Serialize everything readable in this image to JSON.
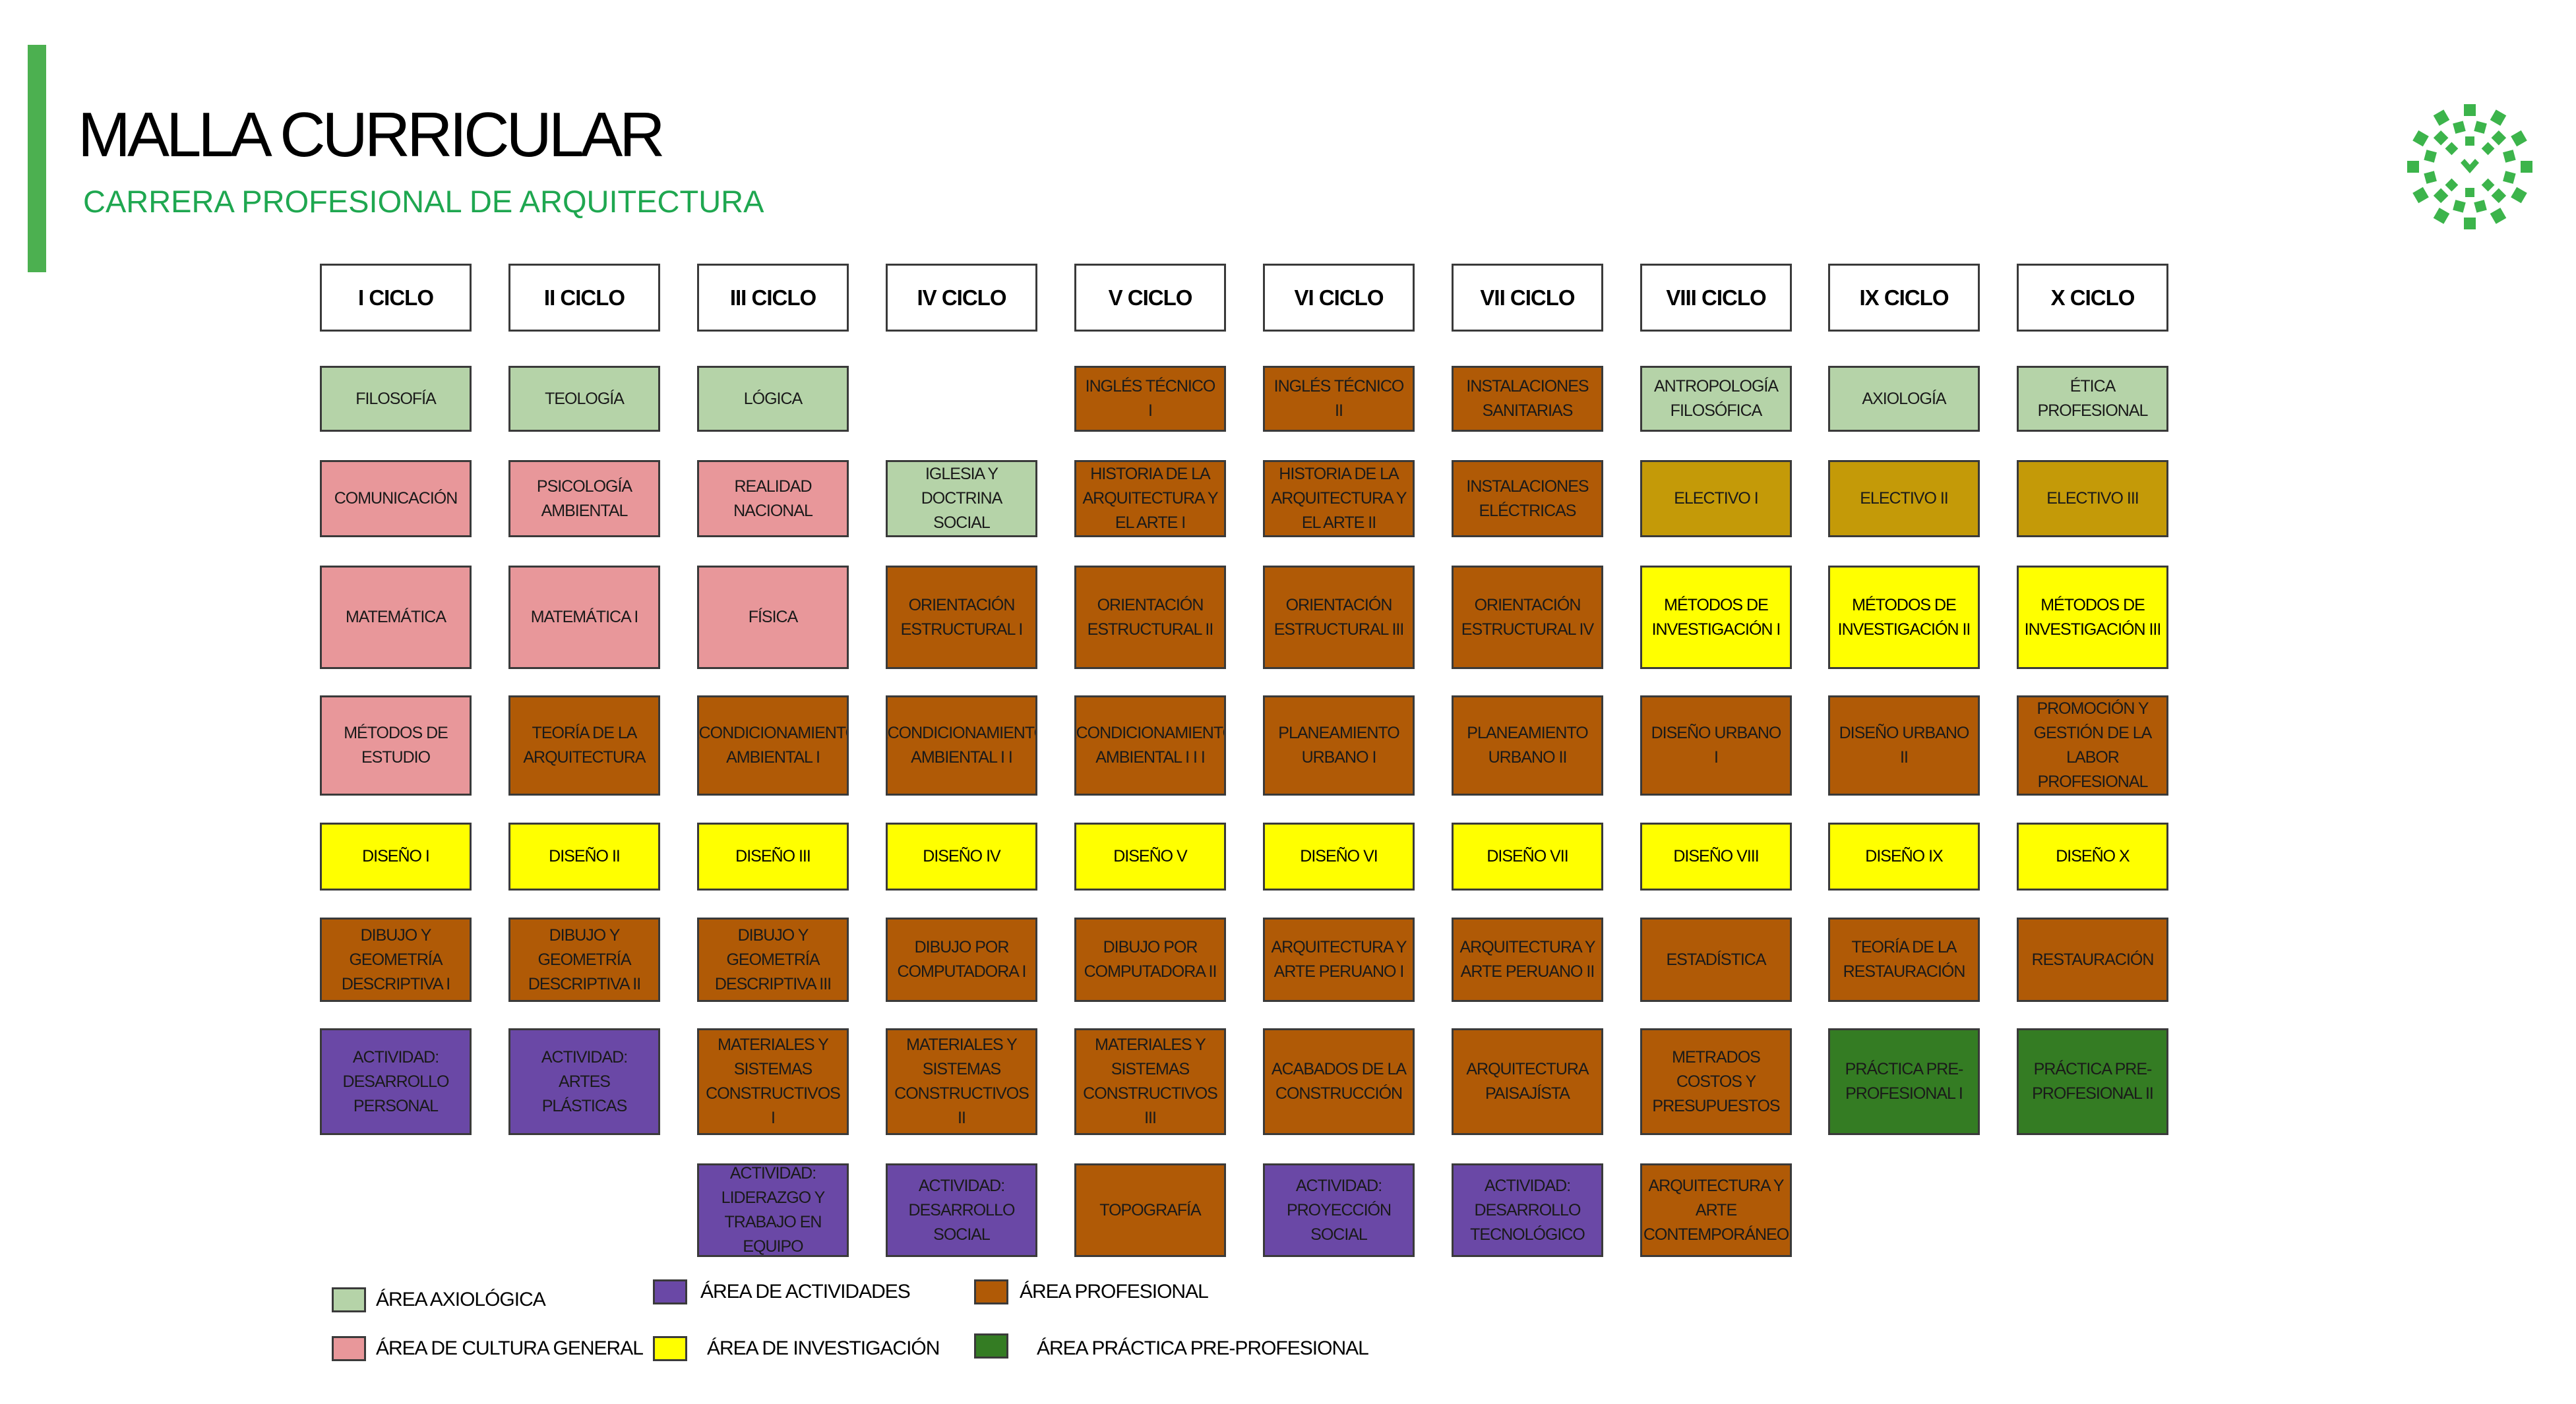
{
  "title": "MALLA CURRICULAR",
  "subtitle": "CARRERA PROFESIONAL DE ARQUITECTURA",
  "colors": {
    "axiologica": "#b5d3a8",
    "cultura_general": "#e8979a",
    "profesional": "#b05a06",
    "electivo": "#c49a08",
    "investigacion": "#ffff00",
    "actividades": "#6a48a6",
    "practica": "#347c23",
    "accent": "#4cb050",
    "subtitle": "#1fa750"
  },
  "cycles": [
    "I CICLO",
    "II CICLO",
    "III CICLO",
    "IV CICLO",
    "V CICLO",
    "VI CICLO",
    "VII CICLO",
    "VIII CICLO",
    "IX CICLO",
    "X CICLO"
  ],
  "rows": [
    [
      {
        "label": "FILOSOFÍA",
        "area": "axiologica"
      },
      {
        "label": "TEOLOGÍA",
        "area": "axiologica"
      },
      {
        "label": "LÓGICA",
        "area": "axiologica"
      },
      null,
      {
        "label": "INGLÉS TÉCNICO I",
        "area": "profesional"
      },
      {
        "label": "INGLÉS TÉCNICO II",
        "area": "profesional"
      },
      {
        "label": "INSTALACIONES\nSANITARIAS",
        "area": "profesional"
      },
      {
        "label": "ANTROPOLOGÍA\nFILOSÓFICA",
        "area": "axiologica"
      },
      {
        "label": "AXIOLOGÍA",
        "area": "axiologica"
      },
      {
        "label": "ÉTICA PROFESIONAL",
        "area": "axiologica"
      }
    ],
    [
      {
        "label": "COMUNICACIÓN",
        "area": "cultura_general"
      },
      {
        "label": "PSICOLOGÍA\nAMBIENTAL",
        "area": "cultura_general"
      },
      {
        "label": "REALIDAD\nNACIONAL",
        "area": "cultura_general"
      },
      {
        "label": "IGLESIA Y\nDOCTRINA SOCIAL",
        "area": "axiologica"
      },
      {
        "label": "HISTORIA DE LA\nARQUITECTURA Y\nEL ARTE I",
        "area": "profesional"
      },
      {
        "label": "HISTORIA DE LA\nARQUITECTURA Y\nEL ARTE II",
        "area": "profesional"
      },
      {
        "label": "INSTALACIONES\nELÉCTRICAS",
        "area": "profesional"
      },
      {
        "label": "ELECTIVO I",
        "area": "electivo"
      },
      {
        "label": "ELECTIVO II",
        "area": "electivo"
      },
      {
        "label": "ELECTIVO III",
        "area": "electivo"
      }
    ],
    [
      {
        "label": "MATEMÁTICA",
        "area": "cultura_general"
      },
      {
        "label": "MATEMÁTICA I",
        "area": "cultura_general"
      },
      {
        "label": "FÍSICA",
        "area": "cultura_general"
      },
      {
        "label": "ORIENTACIÓN\nESTRUCTURAL I",
        "area": "profesional"
      },
      {
        "label": "ORIENTACIÓN\nESTRUCTURAL II",
        "area": "profesional"
      },
      {
        "label": "ORIENTACIÓN\nESTRUCTURAL III",
        "area": "profesional"
      },
      {
        "label": "ORIENTACIÓN\nESTRUCTURAL IV",
        "area": "profesional"
      },
      {
        "label": "MÉTODOS DE\nINVESTIGACIÓN I",
        "area": "investigacion"
      },
      {
        "label": "MÉTODOS DE\nINVESTIGACIÓN II",
        "area": "investigacion"
      },
      {
        "label": "MÉTODOS DE\nINVESTIGACIÓN III",
        "area": "investigacion"
      }
    ],
    [
      {
        "label": "MÉTODOS DE\nESTUDIO",
        "area": "cultura_general"
      },
      {
        "label": "TEORÍA DE LA\nARQUITECTURA",
        "area": "profesional"
      },
      {
        "label": "ACONDICIONAMIENTO\nAMBIENTAL I",
        "area": "profesional"
      },
      {
        "label": "ACONDICIONAMIENTO\nAMBIENTAL I I",
        "area": "profesional"
      },
      {
        "label": "ACONDICIONAMIENTO\nAMBIENTAL I I I",
        "area": "profesional"
      },
      {
        "label": "PLANEAMIENTO\nURBANO I",
        "area": "profesional"
      },
      {
        "label": "PLANEAMIENTO\nURBANO II",
        "area": "profesional"
      },
      {
        "label": "DISEÑO URBANO I",
        "area": "profesional"
      },
      {
        "label": "DISEÑO URBANO II",
        "area": "profesional"
      },
      {
        "label": "PROMOCIÓN Y\nGESTIÓN DE LA\nLABOR\nPROFESIONAL",
        "area": "profesional"
      }
    ],
    [
      {
        "label": "DISEÑO I",
        "area": "investigacion"
      },
      {
        "label": "DISEÑO II",
        "area": "investigacion"
      },
      {
        "label": "DISEÑO III",
        "area": "investigacion"
      },
      {
        "label": "DISEÑO IV",
        "area": "investigacion"
      },
      {
        "label": "DISEÑO V",
        "area": "investigacion"
      },
      {
        "label": "DISEÑO VI",
        "area": "investigacion"
      },
      {
        "label": "DISEÑO VII",
        "area": "investigacion"
      },
      {
        "label": "DISEÑO VIII",
        "area": "investigacion"
      },
      {
        "label": "DISEÑO IX",
        "area": "investigacion"
      },
      {
        "label": "DISEÑO X",
        "area": "investigacion"
      }
    ],
    [
      {
        "label": "DIBUJO Y\nGEOMETRÍA\nDESCRIPTIVA I",
        "area": "profesional"
      },
      {
        "label": "DIBUJO Y\nGEOMETRÍA\nDESCRIPTIVA II",
        "area": "profesional"
      },
      {
        "label": "DIBUJO Y\nGEOMETRÍA\nDESCRIPTIVA III",
        "area": "profesional"
      },
      {
        "label": "DIBUJO POR\nCOMPUTADORA I",
        "area": "profesional"
      },
      {
        "label": "DIBUJO POR\nCOMPUTADORA II",
        "area": "profesional"
      },
      {
        "label": "ARQUITECTURA Y\nARTE PERUANO I",
        "area": "profesional"
      },
      {
        "label": "ARQUITECTURA Y\nARTE PERUANO II",
        "area": "profesional"
      },
      {
        "label": "ESTADÍSTICA",
        "area": "profesional"
      },
      {
        "label": "TEORÍA DE LA\nRESTAURACIÓN",
        "area": "profesional"
      },
      {
        "label": "RESTAURACIÓN",
        "area": "profesional"
      }
    ],
    [
      {
        "label": "ACTIVIDAD:\nDESARROLLO\nPERSONAL",
        "area": "actividades"
      },
      {
        "label": "ACTIVIDAD: ARTES\nPLÁSTICAS",
        "area": "actividades"
      },
      {
        "label": "MATERIALES Y\nSISTEMAS\nCONSTRUCTIVOS I",
        "area": "profesional"
      },
      {
        "label": "MATERIALES Y\nSISTEMAS\nCONSTRUCTIVOS II",
        "area": "profesional"
      },
      {
        "label": "MATERIALES Y\nSISTEMAS\nCONSTRUCTIVOS III",
        "area": "profesional"
      },
      {
        "label": "ACABADOS DE LA\nCONSTRUCCIÓN",
        "area": "profesional"
      },
      {
        "label": "ARQUITECTURA\nPAISAJÍSTA",
        "area": "profesional"
      },
      {
        "label": "METRADOS\nCOSTOS Y\nPRESUPUESTOS",
        "area": "profesional"
      },
      {
        "label": "PRÁCTICA PRE-\nPROFESIONAL I",
        "area": "practica"
      },
      {
        "label": "PRÁCTICA PRE-\nPROFESIONAL II",
        "area": "practica"
      }
    ],
    [
      null,
      null,
      {
        "label": "ACTIVIDAD:\nLIDERAZGO Y\nTRABAJO EN\nEQUIPO",
        "area": "actividades"
      },
      {
        "label": "ACTIVIDAD:\nDESARROLLO\nSOCIAL",
        "area": "actividades"
      },
      {
        "label": "TOPOGRAFÍA",
        "area": "profesional"
      },
      {
        "label": "ACTIVIDAD:\nPROYECCIÓN\nSOCIAL",
        "area": "actividades"
      },
      {
        "label": "ACTIVIDAD:\nDESARROLLO\nTECNOLÓGICO",
        "area": "actividades"
      },
      {
        "label": "ARQUITECTURA Y\nARTE\nCONTEMPORÁNEO",
        "area": "profesional"
      },
      null,
      null
    ]
  ],
  "legend": [
    {
      "label": "ÁREA AXIOLÓGICA",
      "area": "axiologica"
    },
    {
      "label": "ÁREA DE CULTURA GENERAL",
      "area": "cultura_general"
    },
    {
      "label": "ÁREA DE ACTIVIDADES",
      "area": "actividades"
    },
    {
      "label": "ÁREA DE INVESTIGACIÓN",
      "area": "investigacion"
    },
    {
      "label": "ÁREA PROFESIONAL",
      "area": "profesional"
    },
    {
      "label": "ÁREA PRÁCTICA PRE-PROFESIONAL",
      "area": "practica"
    }
  ]
}
